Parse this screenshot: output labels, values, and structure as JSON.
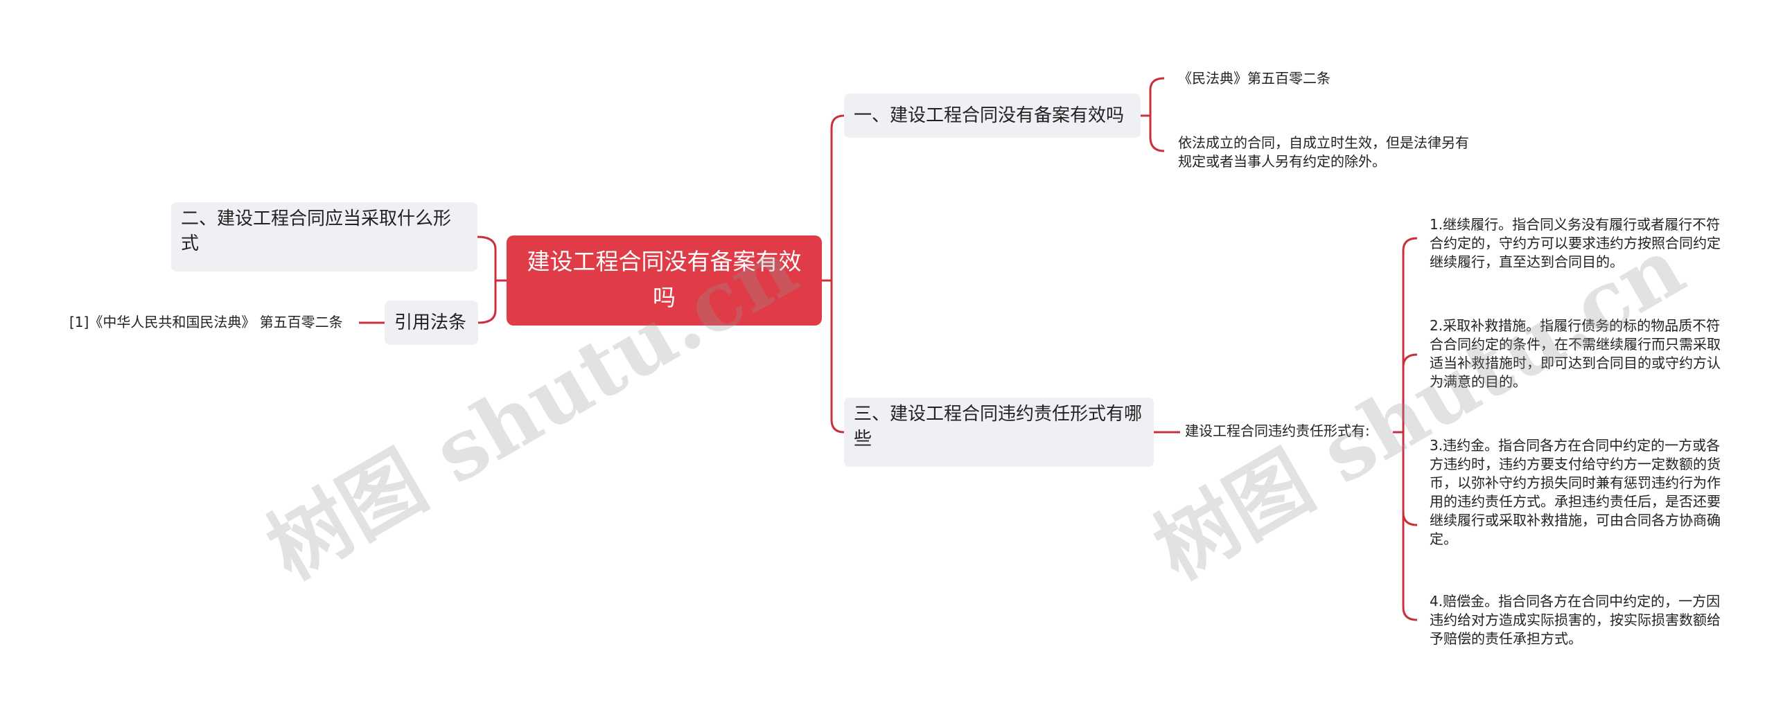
{
  "root": {
    "title": "建设工程合同没有备案有效吗"
  },
  "branches": {
    "validity": {
      "title": "一、建设工程合同没有备案有效吗",
      "children": [
        "《民法典》第五百零二条",
        "依法成立的合同，自成立时生效，但是法律另有规定或者当事人另有约定的除外。"
      ]
    },
    "form": {
      "title": "二、建设工程合同应当采取什么形式"
    },
    "citation": {
      "title": "引用法条",
      "children": [
        "[1]《中华人民共和国民法典》 第五百零二条"
      ]
    },
    "liability": {
      "title": "三、建设工程合同违约责任形式有哪些",
      "intro": "建设工程合同违约责任形式有:",
      "items": [
        "1.继续履行。指合同义务没有履行或者履行不符合约定的，守约方可以要求违约方按照合同约定继续履行，直至达到合同目的。",
        "2.采取补救措施。指履行债务的标的物品质不符合合同约定的条件，在不需继续履行而只需采取适当补救措施时，即可达到合同目的或守约方认为满意的目的。",
        "3.违约金。指合同各方在合同中约定的一方或各方违约时，违约方要支付给守约方一定数额的货币，以弥补守约方损失同时兼有惩罚违约行为作用的违约责任方式。承担违约责任后，是否还要继续履行或采取补救措施，可由合同各方协商确定。",
        "4.赔偿金。指合同各方在合同中约定的，一方因违约给对方造成实际损害的，按实际损害数额给予赔偿的责任承担方式。"
      ]
    }
  },
  "watermark": "树图 shutu.cn",
  "colors": {
    "accent": "#e03c47",
    "link": "#c8303c",
    "branch_bg": "#eef0f3"
  }
}
